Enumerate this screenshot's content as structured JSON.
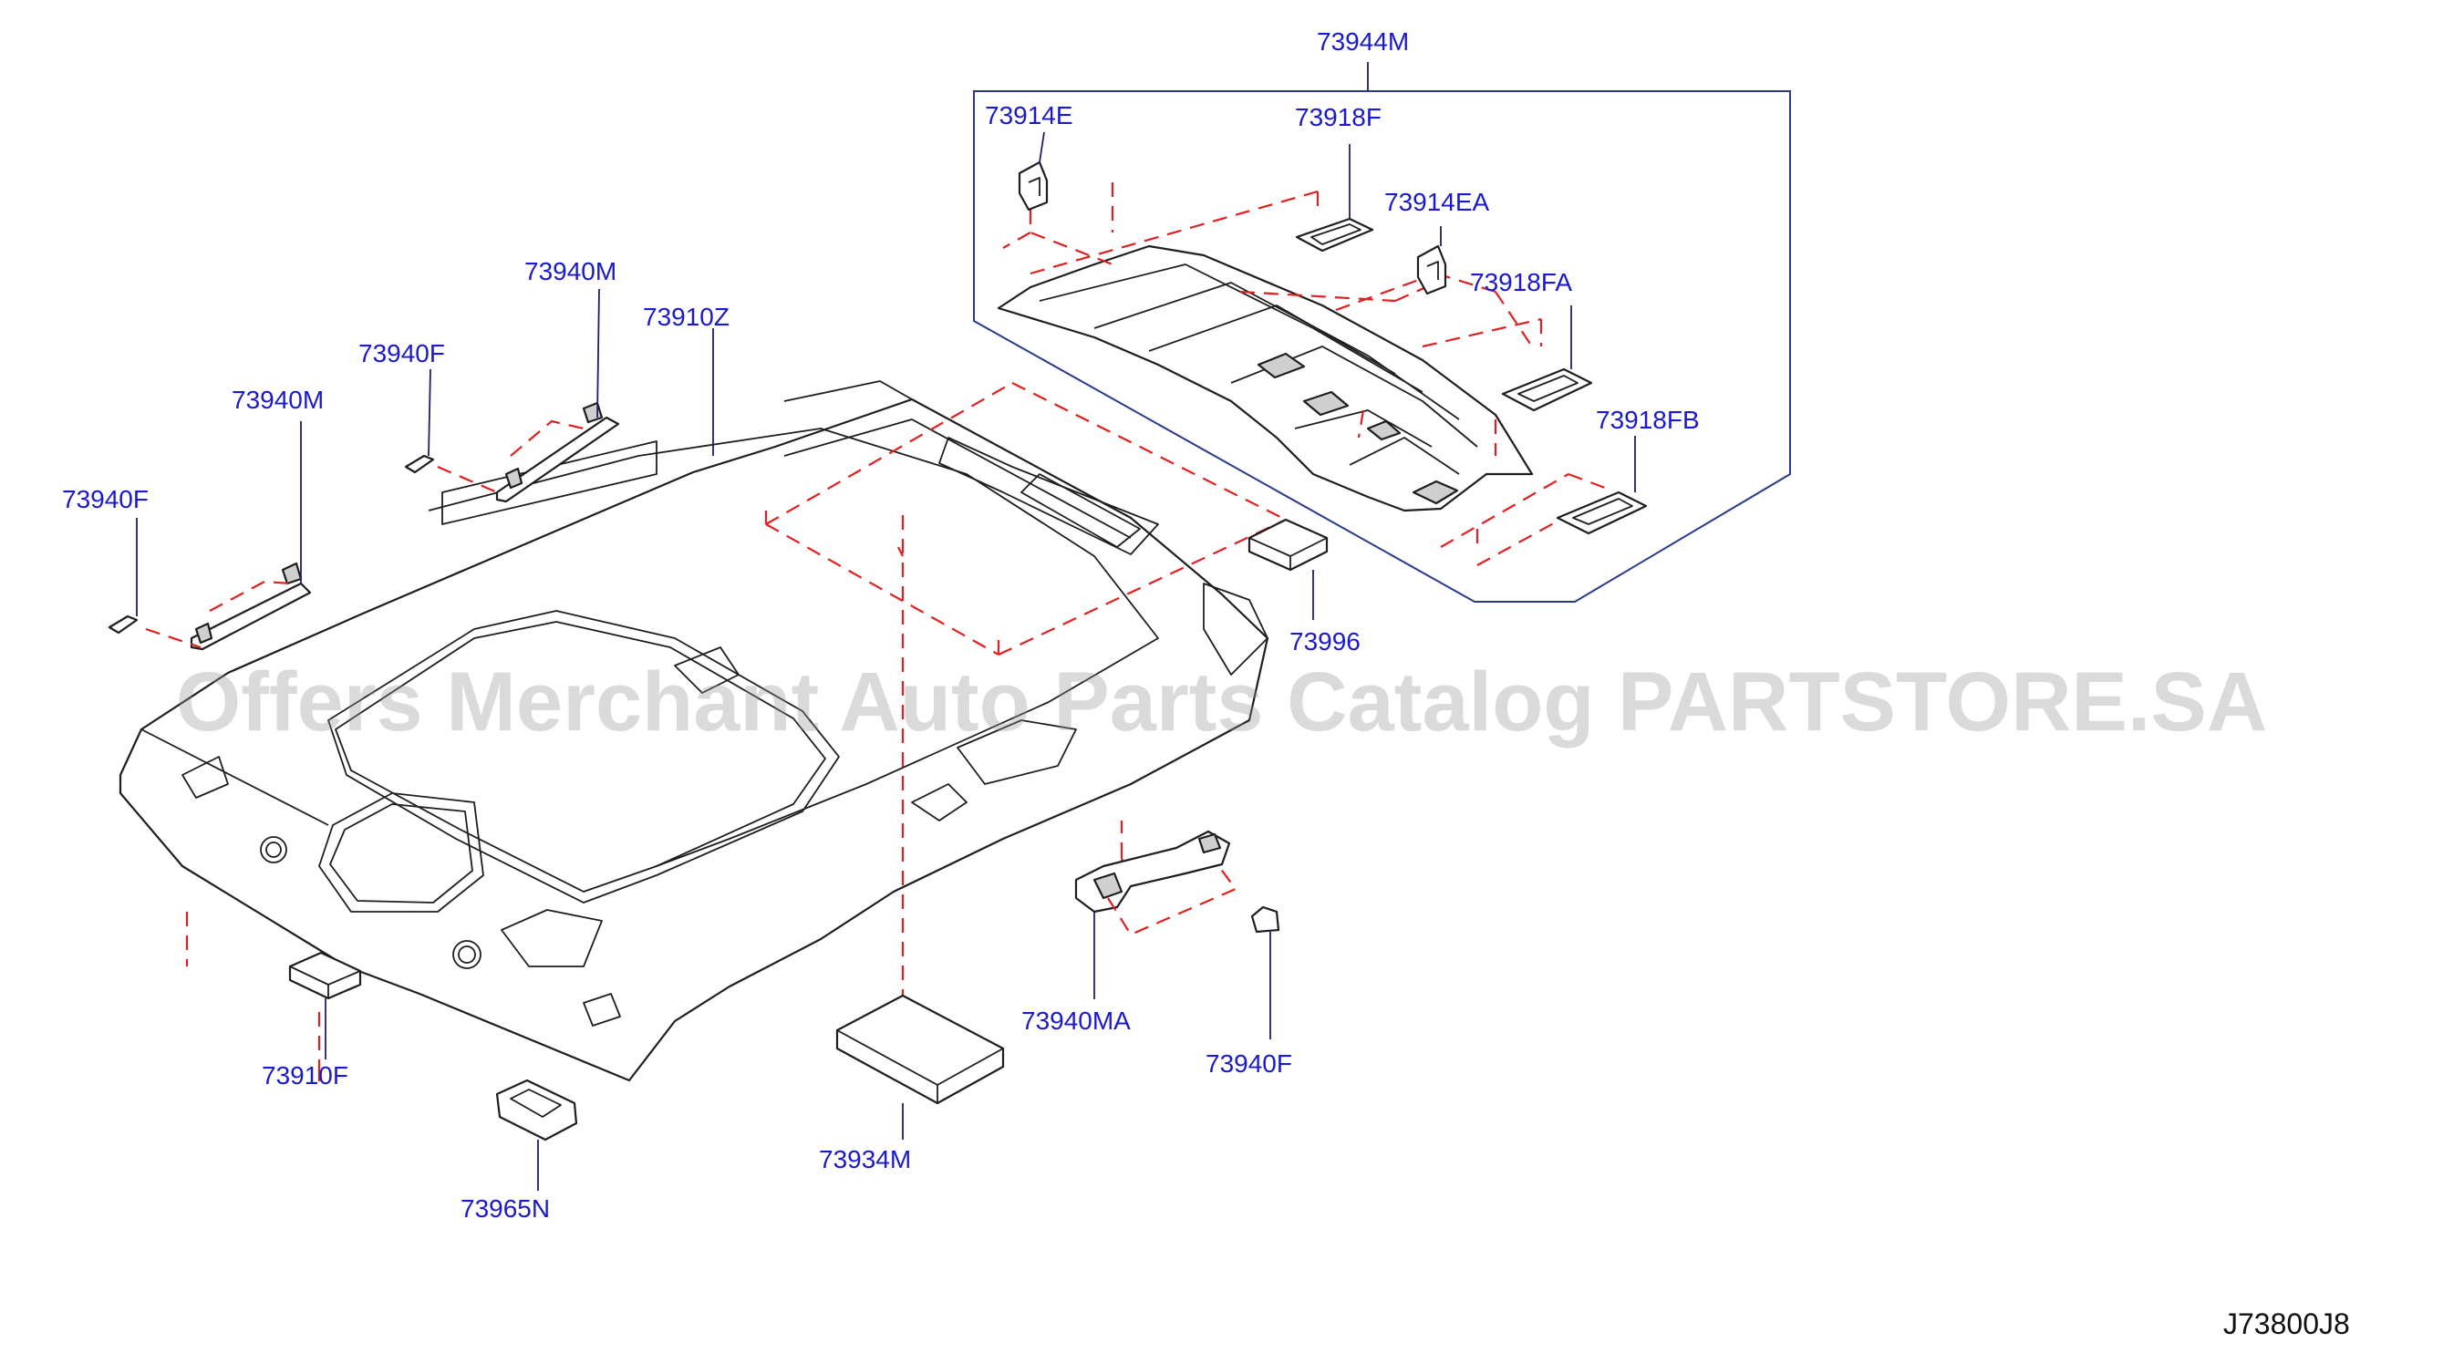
{
  "diagram_code": "J73800J8",
  "watermark": "Offers Merchant Auto Parts Catalog PARTSTORE.SA",
  "colors": {
    "label": "#1a1acc",
    "dash_line": "#e02020",
    "group_outline": "#2a3a8a",
    "linework": "#1e1e1e",
    "watermark": "#969696"
  },
  "parts": [
    {
      "id": "p73944m",
      "number": "73944M"
    },
    {
      "id": "p73914e",
      "number": "73914E"
    },
    {
      "id": "p73918f",
      "number": "73918F"
    },
    {
      "id": "p73914ea",
      "number": "73914EA"
    },
    {
      "id": "p73918fa",
      "number": "73918FA"
    },
    {
      "id": "p73918fb",
      "number": "73918FB"
    },
    {
      "id": "p73940m_a",
      "number": "73940M"
    },
    {
      "id": "p73910z",
      "number": "73910Z"
    },
    {
      "id": "p73940f_a",
      "number": "73940F"
    },
    {
      "id": "p73940m_b",
      "number": "73940M"
    },
    {
      "id": "p73940f_b",
      "number": "73940F"
    },
    {
      "id": "p73996",
      "number": "73996"
    },
    {
      "id": "p73940ma",
      "number": "73940MA"
    },
    {
      "id": "p73940f_c",
      "number": "73940F"
    },
    {
      "id": "p73910f",
      "number": "73910F"
    },
    {
      "id": "p73934m",
      "number": "73934M"
    },
    {
      "id": "p73965n",
      "number": "73965N"
    }
  ]
}
